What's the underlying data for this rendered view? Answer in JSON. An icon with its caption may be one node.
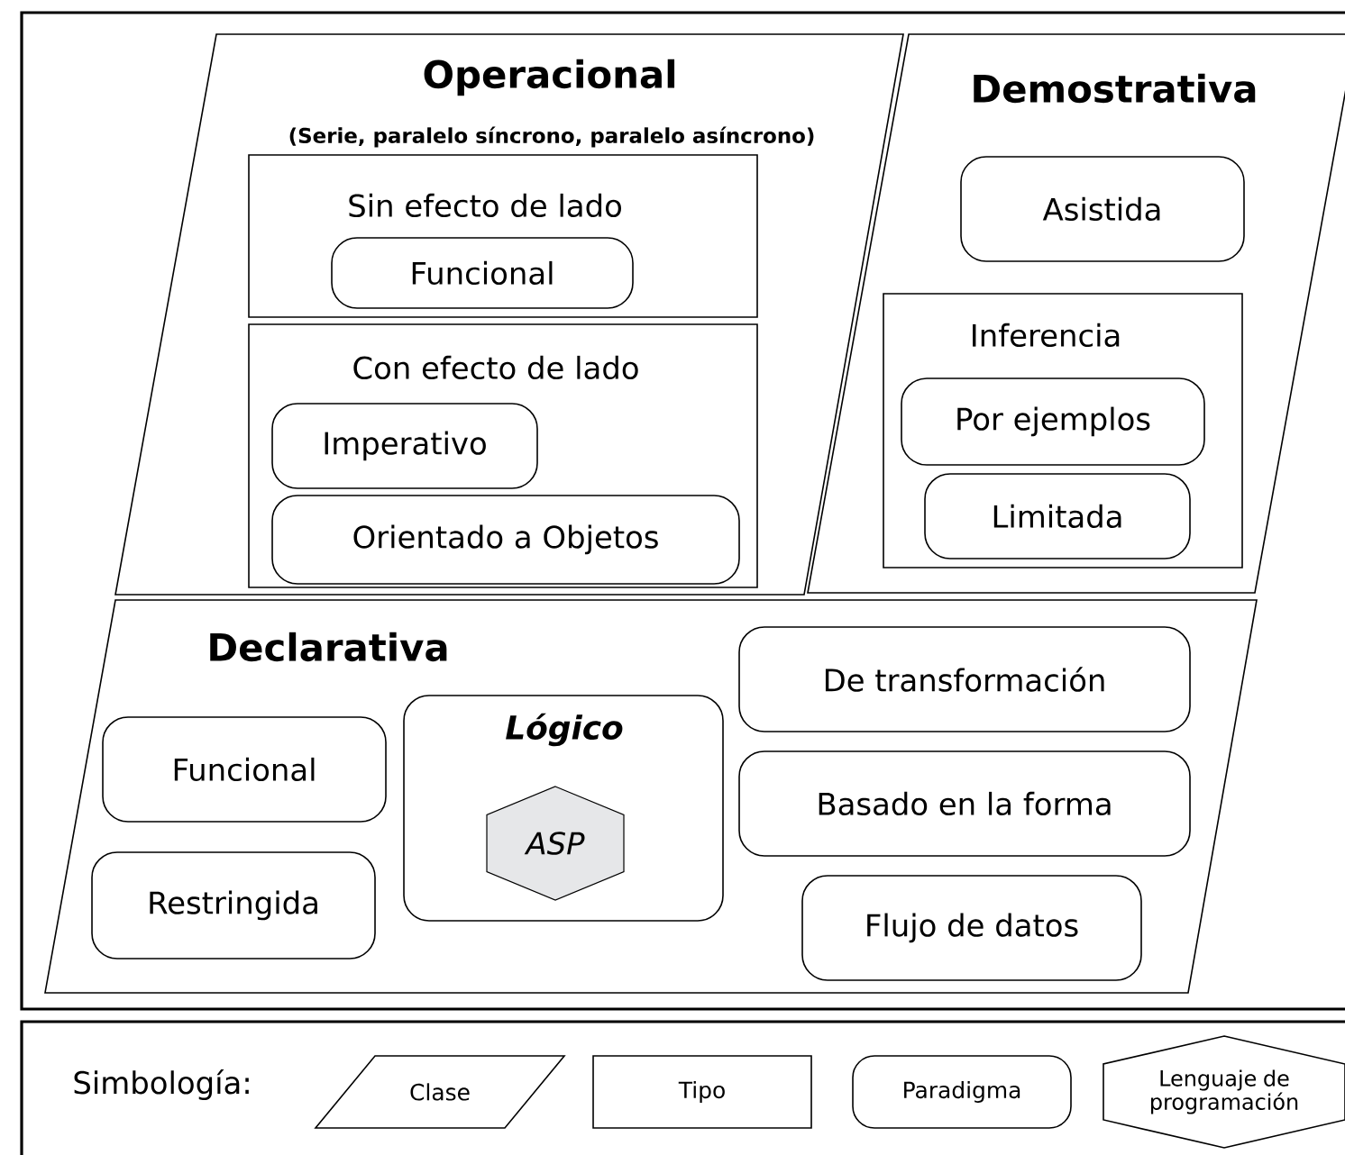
{
  "diagram": {
    "nodes": [
      {
        "text": [
          "Operacional",
          "(Serie, paralelo síncrono, paralelo asíncrono)"
        ]
      },
      {
        "text": [
          "Sin efecto de lado"
        ],
        "in": 0
      },
      {
        "text": [
          "Funcional"
        ],
        "in": 1
      },
      {
        "text": [
          "Con efecto de lado"
        ],
        "in": 0
      },
      {
        "text": [
          "Imperativo"
        ],
        "in": 3
      },
      {
        "text": [
          "Orientado a Objetos"
        ],
        "in": 3
      },
      {
        "text": [
          "Demostrativa"
        ]
      },
      {
        "text": [
          "Asistida"
        ],
        "in": 6
      },
      {
        "text": [
          "Inferencia"
        ],
        "in": 6
      },
      {
        "text": [
          "Por ejemplos"
        ],
        "in": 8
      },
      {
        "text": [
          "Limitada"
        ],
        "in": 8
      },
      {
        "text": [
          "Declarativa"
        ]
      },
      {
        "text": [
          "Funcional"
        ],
        "in": 11
      },
      {
        "text": [
          "Restringida"
        ],
        "in": 11
      },
      {
        "text": [
          "Lógico"
        ],
        "in": 11
      },
      {
        "text": [
          "ASP"
        ],
        "in": 14
      },
      {
        "text": [
          "De transformación"
        ],
        "in": 11
      },
      {
        "text": [
          "Basado en la forma"
        ],
        "in": 11
      },
      {
        "text": [
          "Flujo de datos"
        ],
        "in": 11
      }
    ],
    "labels": [
      "Simbología:"
    ],
    "legend": [
      {
        "text": "Clase"
      },
      {
        "text": "Tipo"
      },
      {
        "text": "Paradigma"
      },
      {
        "text": "Lenguaje de programación"
      }
    ]
  }
}
